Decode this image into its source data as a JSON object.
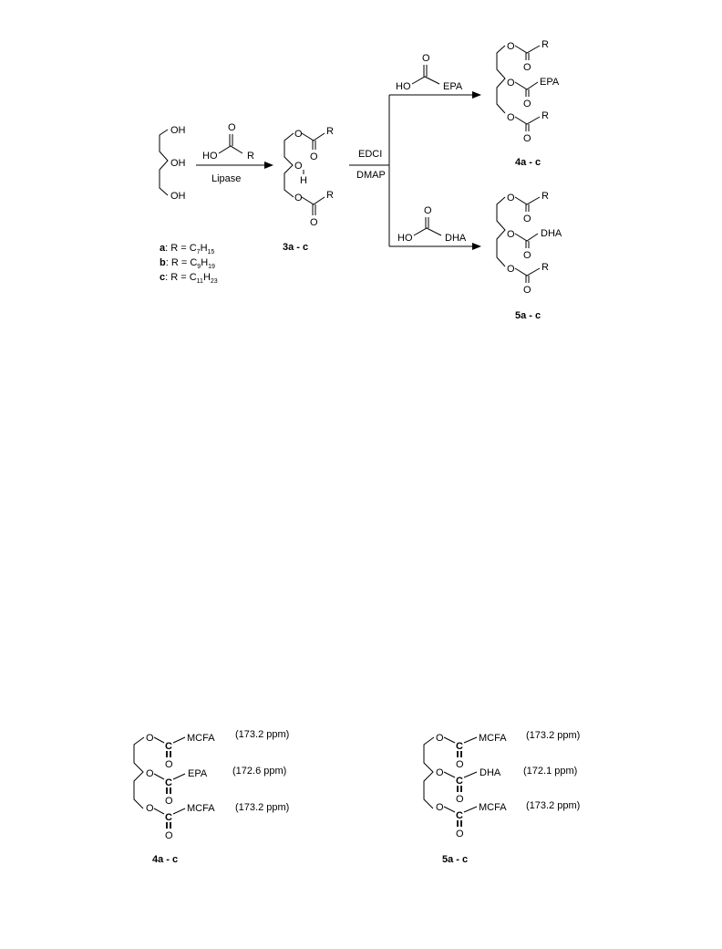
{
  "atoms": {
    "OH": "OH",
    "O": "O",
    "H": "H",
    "HO": "HO",
    "R": "R",
    "C": "C",
    "EPA": "EPA",
    "DHA": "DHA",
    "MCFA": "MCFA"
  },
  "reagents": {
    "lipase": "Lipase",
    "edci": "EDCI",
    "dmap": "DMAP"
  },
  "compounds": {
    "c3": {
      "bold": "3a",
      "rest": " - c"
    },
    "c4": {
      "bold": "4a",
      "rest": " - c"
    },
    "c5": {
      "bold": "5a",
      "rest": " - c"
    }
  },
  "legend": [
    {
      "key": "a",
      "text": ":  R = C",
      "n1": "7",
      "h": "H",
      "n2": "15"
    },
    {
      "key": "b",
      "text": ":  R = C",
      "n1": "9",
      "h": "H",
      "n2": "19"
    },
    {
      "key": "c",
      "text": ":  R = C",
      "n1": "11",
      "h": "H",
      "n2": "23"
    }
  ],
  "nmr": {
    "shift_4_top": "(173.2 ppm)",
    "shift_4_mid": "(172.6 ppm)",
    "shift_4_bot": "(173.2 ppm)",
    "shift_5_top": "(173.2 ppm)",
    "shift_5_mid": "(172.1 ppm)",
    "shift_5_bot": "(173.2 ppm)"
  }
}
